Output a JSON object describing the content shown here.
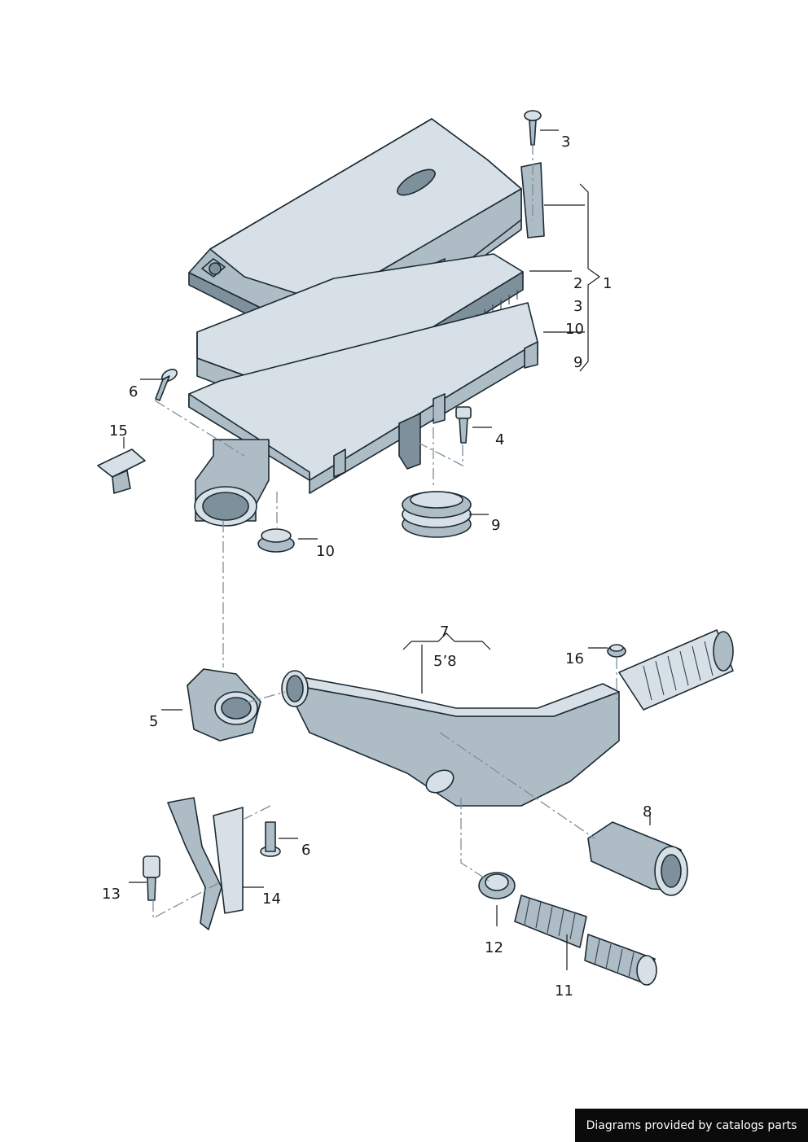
{
  "labels": {
    "callout_1": "1",
    "callout_2": "2",
    "callout_3_top": "3",
    "callout_3_side": "3",
    "callout_10_side": "10",
    "callout_9_side": "9",
    "callout_4": "4",
    "callout_6_upper": "6",
    "callout_15": "15",
    "callout_9": "9",
    "callout_10": "10",
    "callout_7": "7",
    "callout_5_8": "5’8",
    "callout_16": "16",
    "callout_5": "5",
    "callout_8": "8",
    "callout_6_lower": "6",
    "callout_13": "13",
    "callout_14": "14",
    "callout_12": "12",
    "callout_11": "11"
  },
  "footer": {
    "credit": "Diagrams provided by catalogs parts"
  }
}
